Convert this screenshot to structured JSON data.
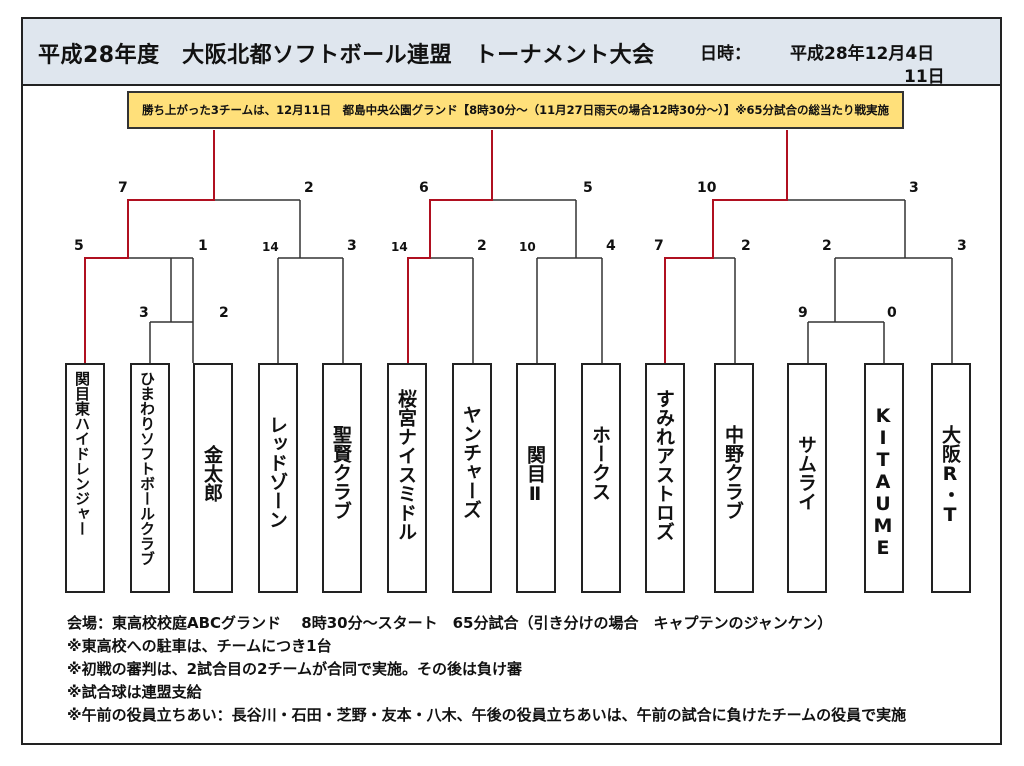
{
  "header": {
    "title": "平成28年度　大阪北都ソフトボール連盟　トーナメント大会",
    "date_label": "日時：",
    "date_value": "平成28年12月4日",
    "date_value2": "11日"
  },
  "notice": "勝ち上がった3チームは、12月11日　都島中央公園グランド【8時30分～（11月27日雨天の場合12時30分～）】※65分試合の総当たり戦実施",
  "teams": [
    {
      "name": "関目東ハイドレンジャー"
    },
    {
      "name": "ひまわりソフトボールクラブ"
    },
    {
      "name": "金太郎"
    },
    {
      "name": "レッドゾーン"
    },
    {
      "name": "聖賢クラブ"
    },
    {
      "name": "桜宮ナイスミドル"
    },
    {
      "name": "ヤンチャーズ"
    },
    {
      "name": "関目Ⅱ"
    },
    {
      "name": "ホークス"
    },
    {
      "name": "すみれアストロズ"
    },
    {
      "name": "中野クラブ"
    },
    {
      "name": "サムライ"
    },
    {
      "name": "KITAUME"
    },
    {
      "name": "大阪R・T"
    }
  ],
  "scores": {
    "s1": "7",
    "s2": "2",
    "s3": "6",
    "s4": "5",
    "s5": "10",
    "s6": "3",
    "s7": "5",
    "s8": "1",
    "s9": "14",
    "s10": "3",
    "s11": "14",
    "s12": "2",
    "s13": "10",
    "s14": "4",
    "s15": "7",
    "s16": "2",
    "s17": "2",
    "s18": "3",
    "s19": "3",
    "s20": "2",
    "s21": "9",
    "s22": "0"
  },
  "footer": {
    "line1": "会場：東高校校庭ABCグランド　 8時30分～スタート　65分試合（引き分けの場合　キャプテンのジャンケン）",
    "line2": "※東高校への駐車は、チームにつき1台",
    "line3": "※初戦の審判は、2試合目の2チームが合同で実施。その後は負け審",
    "line4": "※試合球は連盟支給",
    "line5": "※午前の役員立ちあい：長谷川・石田・芝野・友本・八木、午後の役員立ちあいは、午前の試合に負けたチームの役員で実施"
  },
  "colors": {
    "winner_line": "#b01020",
    "line": "#333333",
    "header_bg": "#dfe6ee",
    "notice_bg": "#ffe07a"
  }
}
